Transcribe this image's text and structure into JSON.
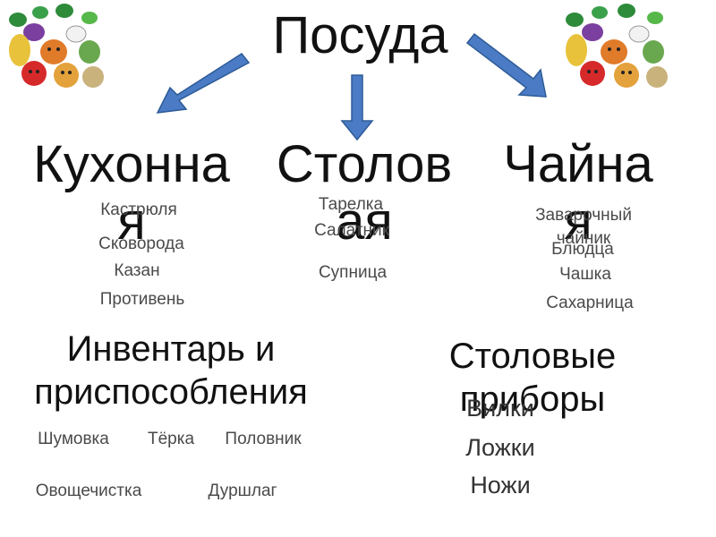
{
  "title": "Посуда",
  "categories": {
    "kitchen": "Кухонная",
    "dining": "Столовая",
    "tea": "Чайная"
  },
  "kitchen_items": [
    "Кастрюля",
    "Сковорода",
    "Казан",
    "Противень"
  ],
  "dining_items": [
    "Тарелка",
    "Салатник",
    "Супница"
  ],
  "tea_items": [
    "Заварочный чайник",
    "Блюдца",
    "Чашка",
    "Сахарница"
  ],
  "tools_heading": "Инвентарь и приспособления",
  "tools_items": [
    "Шумовка",
    "Тёрка",
    "Половник",
    "Овощечистка",
    "Дуршлаг"
  ],
  "cutlery_heading": "Столовые приборы",
  "cutlery_items": [
    "Вилки",
    "Ложки",
    "Ножи"
  ],
  "colors": {
    "arrow_fill": "#4a7bc4",
    "arrow_stroke": "#2e5b97"
  },
  "icons": [
    "vegetables-cartoon-left",
    "vegetables-cartoon-right"
  ]
}
